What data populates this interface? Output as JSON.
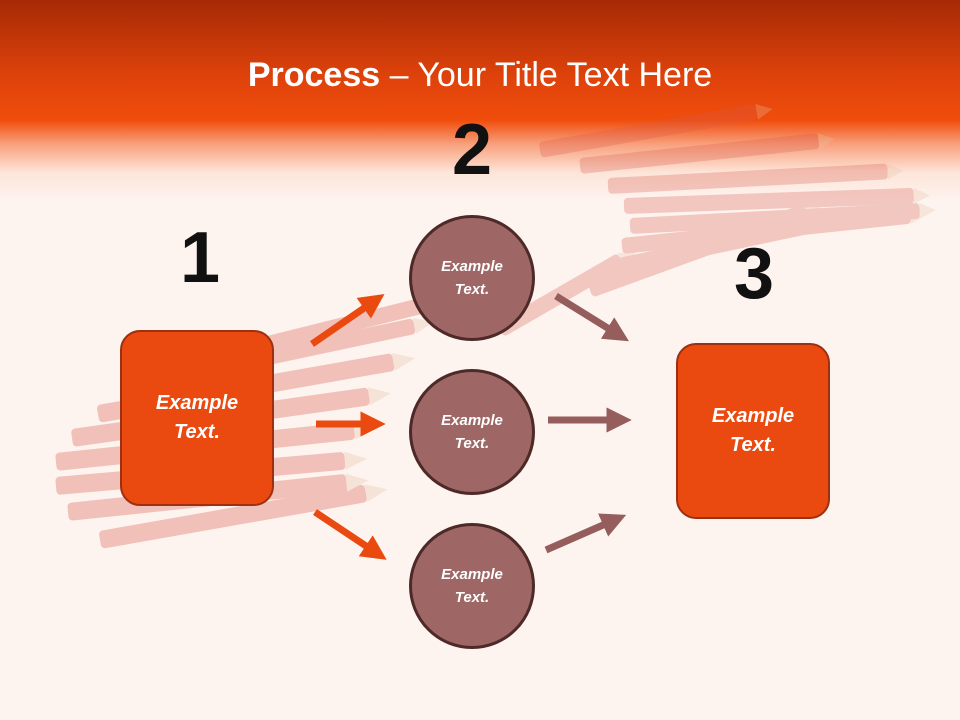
{
  "title": {
    "bold": "Process",
    "rest": " – Your Title Text Here"
  },
  "steps": [
    {
      "number": "1",
      "text": "Example Text."
    },
    {
      "number": "2",
      "items": [
        {
          "text": "Example Text."
        },
        {
          "text": "Example Text."
        },
        {
          "text": "Example Text."
        }
      ]
    },
    {
      "number": "3",
      "text": "Example Text."
    }
  ],
  "colors": {
    "header": "#f04d0c",
    "box_fill": "#ea4a0f",
    "circle_fill": "#9e6766",
    "arrow_orange": "#ea4a0f",
    "arrow_brown": "#955d5c"
  }
}
